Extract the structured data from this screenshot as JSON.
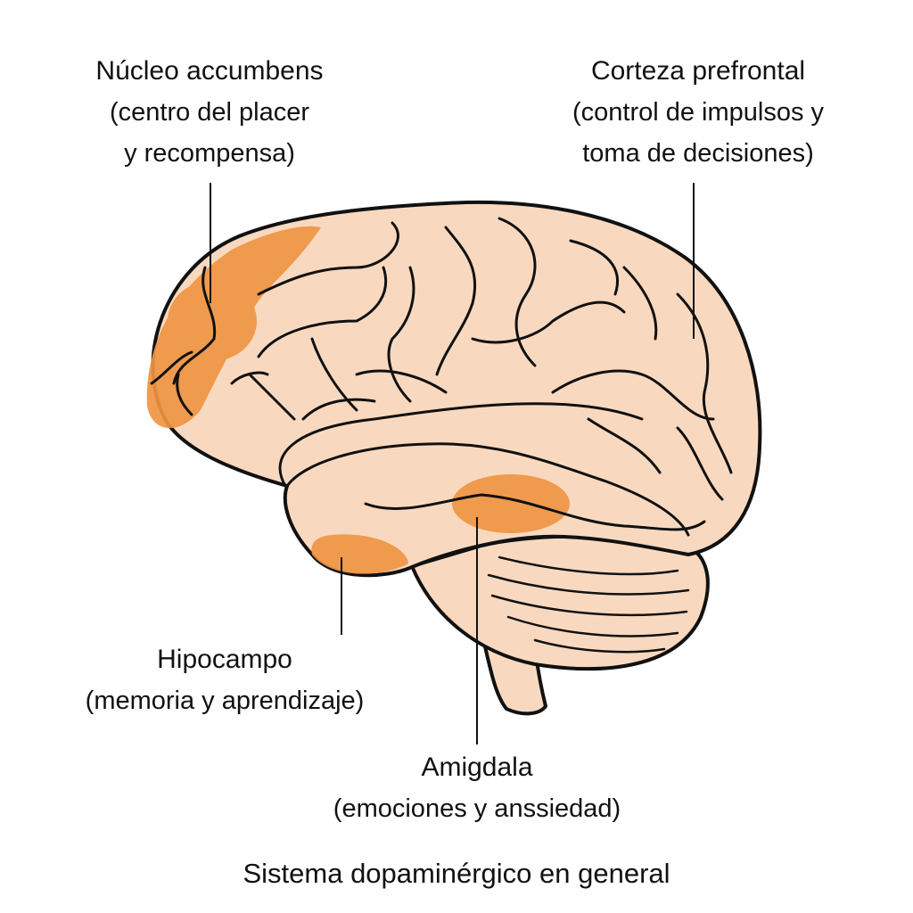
{
  "labels": {
    "nucleus": {
      "title": "Núcleo accumbens",
      "line1": "(centro del placer",
      "line2": "y recompensa)"
    },
    "prefrontal": {
      "title": "Corteza prefrontal",
      "line1": "(control de impulsos y",
      "line2": "toma de decisiones)"
    },
    "hippocampus": {
      "title": "Hipocampo",
      "line1": "(memoria y aprendizaje)"
    },
    "amygdala": {
      "title": "Amigdala",
      "line1": "(emociones y anssiedad)"
    }
  },
  "footer": "Sistema dopaminérgico en general",
  "colors": {
    "brain": "#F8D9C0",
    "highlight": "#EF9544",
    "outline": "#111111"
  }
}
